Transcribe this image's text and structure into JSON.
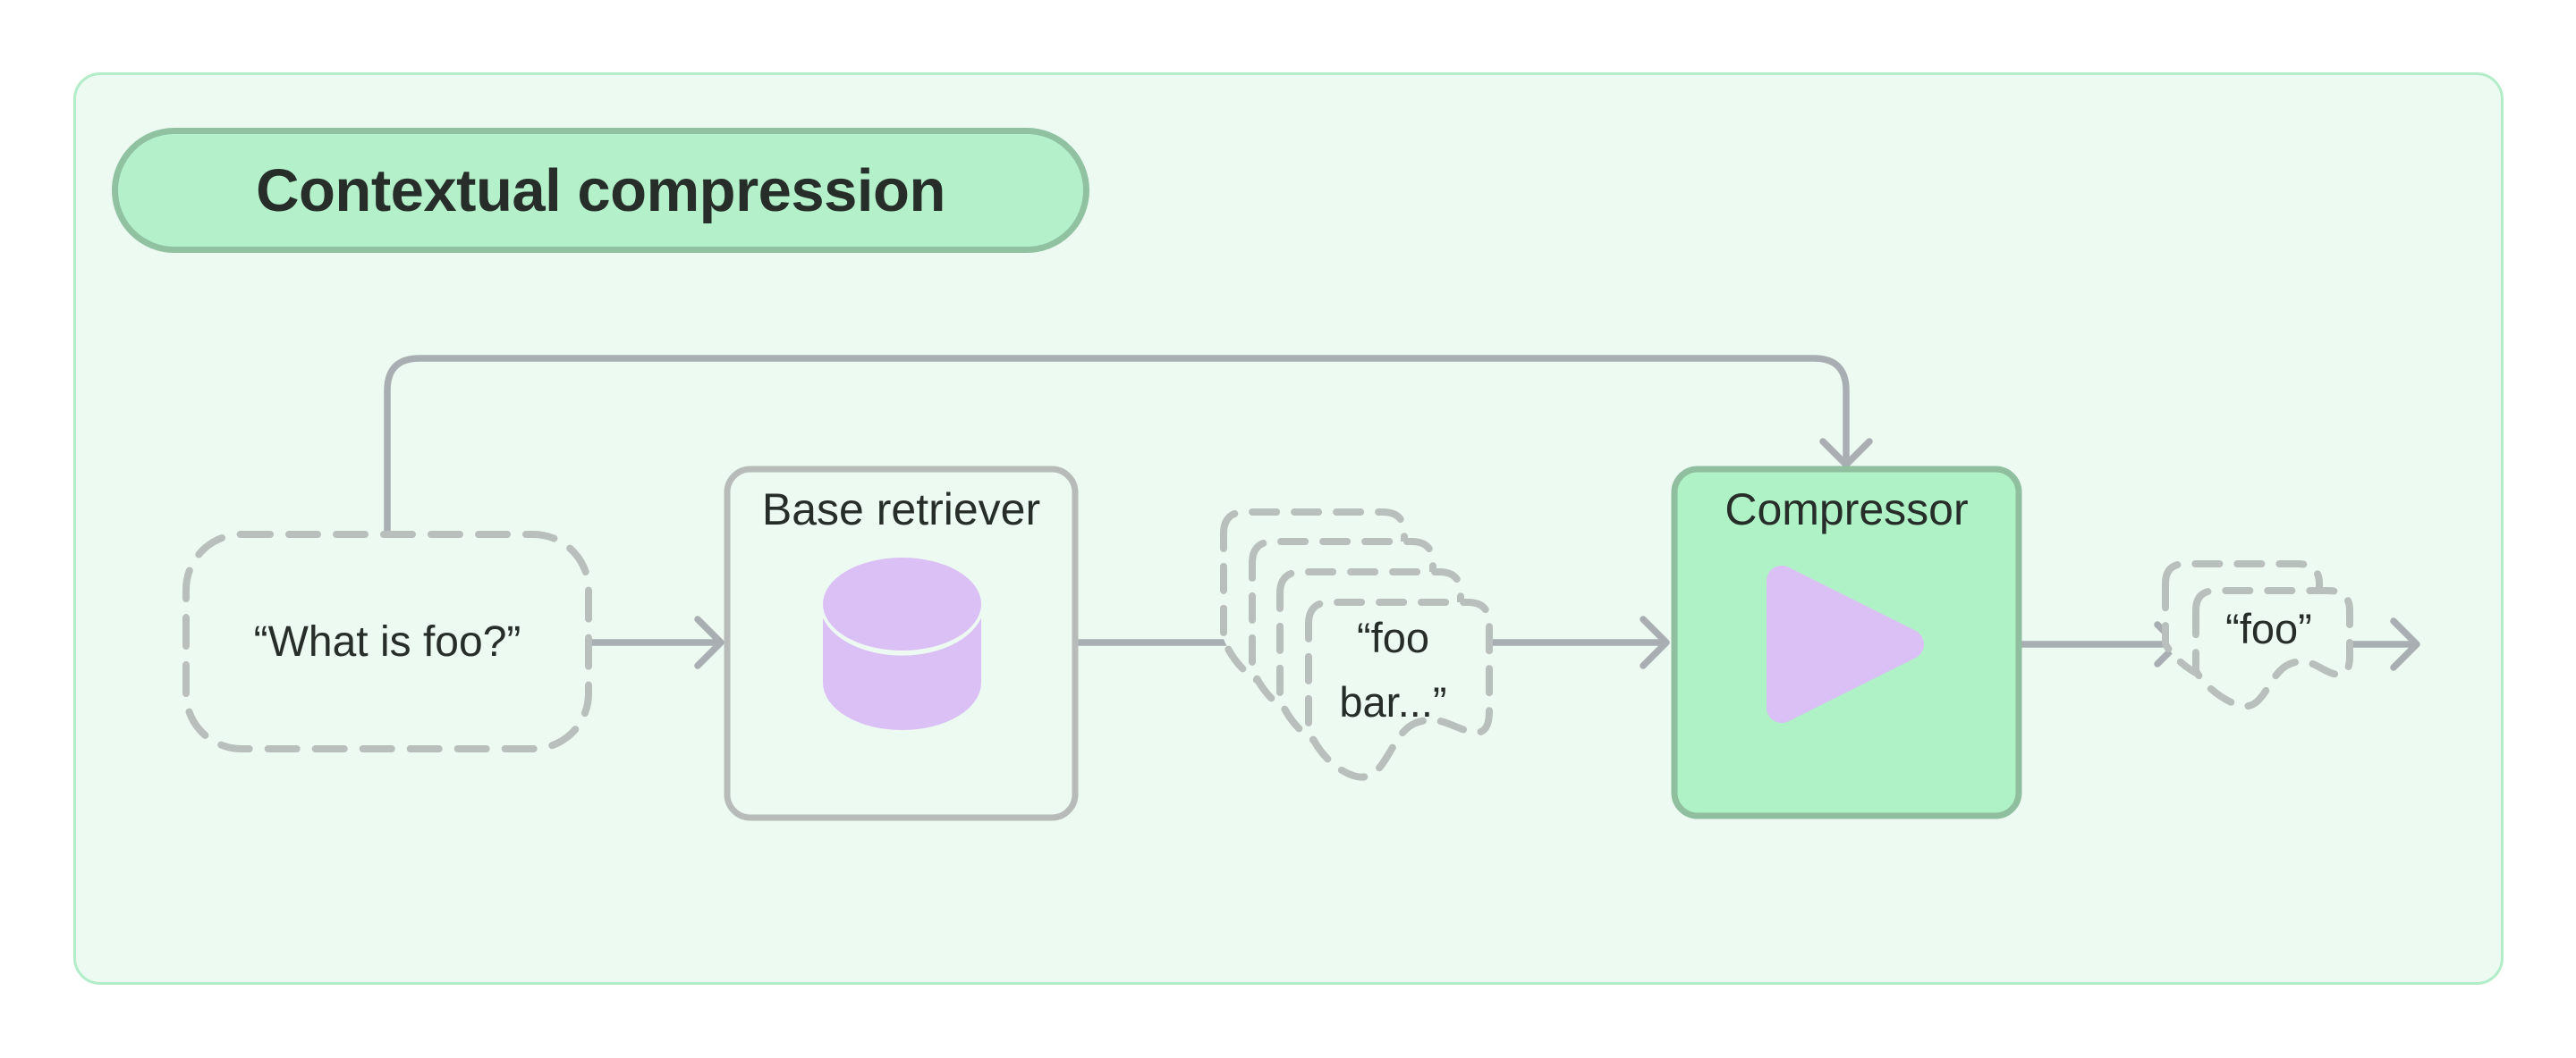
{
  "diagram": {
    "title": "Contextual compression",
    "query_label": "“What is foo?”",
    "retriever_label": "Base retriever",
    "docs_label_line1": "“foo",
    "docs_label_line2": "bar...”",
    "compressor_label": "Compressor",
    "output_label": "“foo”"
  },
  "icons": {
    "retriever_icon": "database-cylinder-icon",
    "compressor_icon": "play-triangle-icon",
    "docs_icon": "document-stack-icon",
    "output_icon": "document-icon"
  },
  "colors": {
    "page_bg": "#ffffff",
    "container_bg": "#ecfaf1",
    "container_border": "#b2ecc8",
    "pill_bg": "#b4f1cb",
    "pill_border": "#90c2a2",
    "compressor_bg": "#aef2c6",
    "compressor_border": "#8fbf9f",
    "box_border": "#b7bcba",
    "dash_gray": "#b9bfbc",
    "line_gray": "#a9aeb2",
    "icon_purple": "#dbc0f5",
    "text_dark": "#272e2a"
  }
}
